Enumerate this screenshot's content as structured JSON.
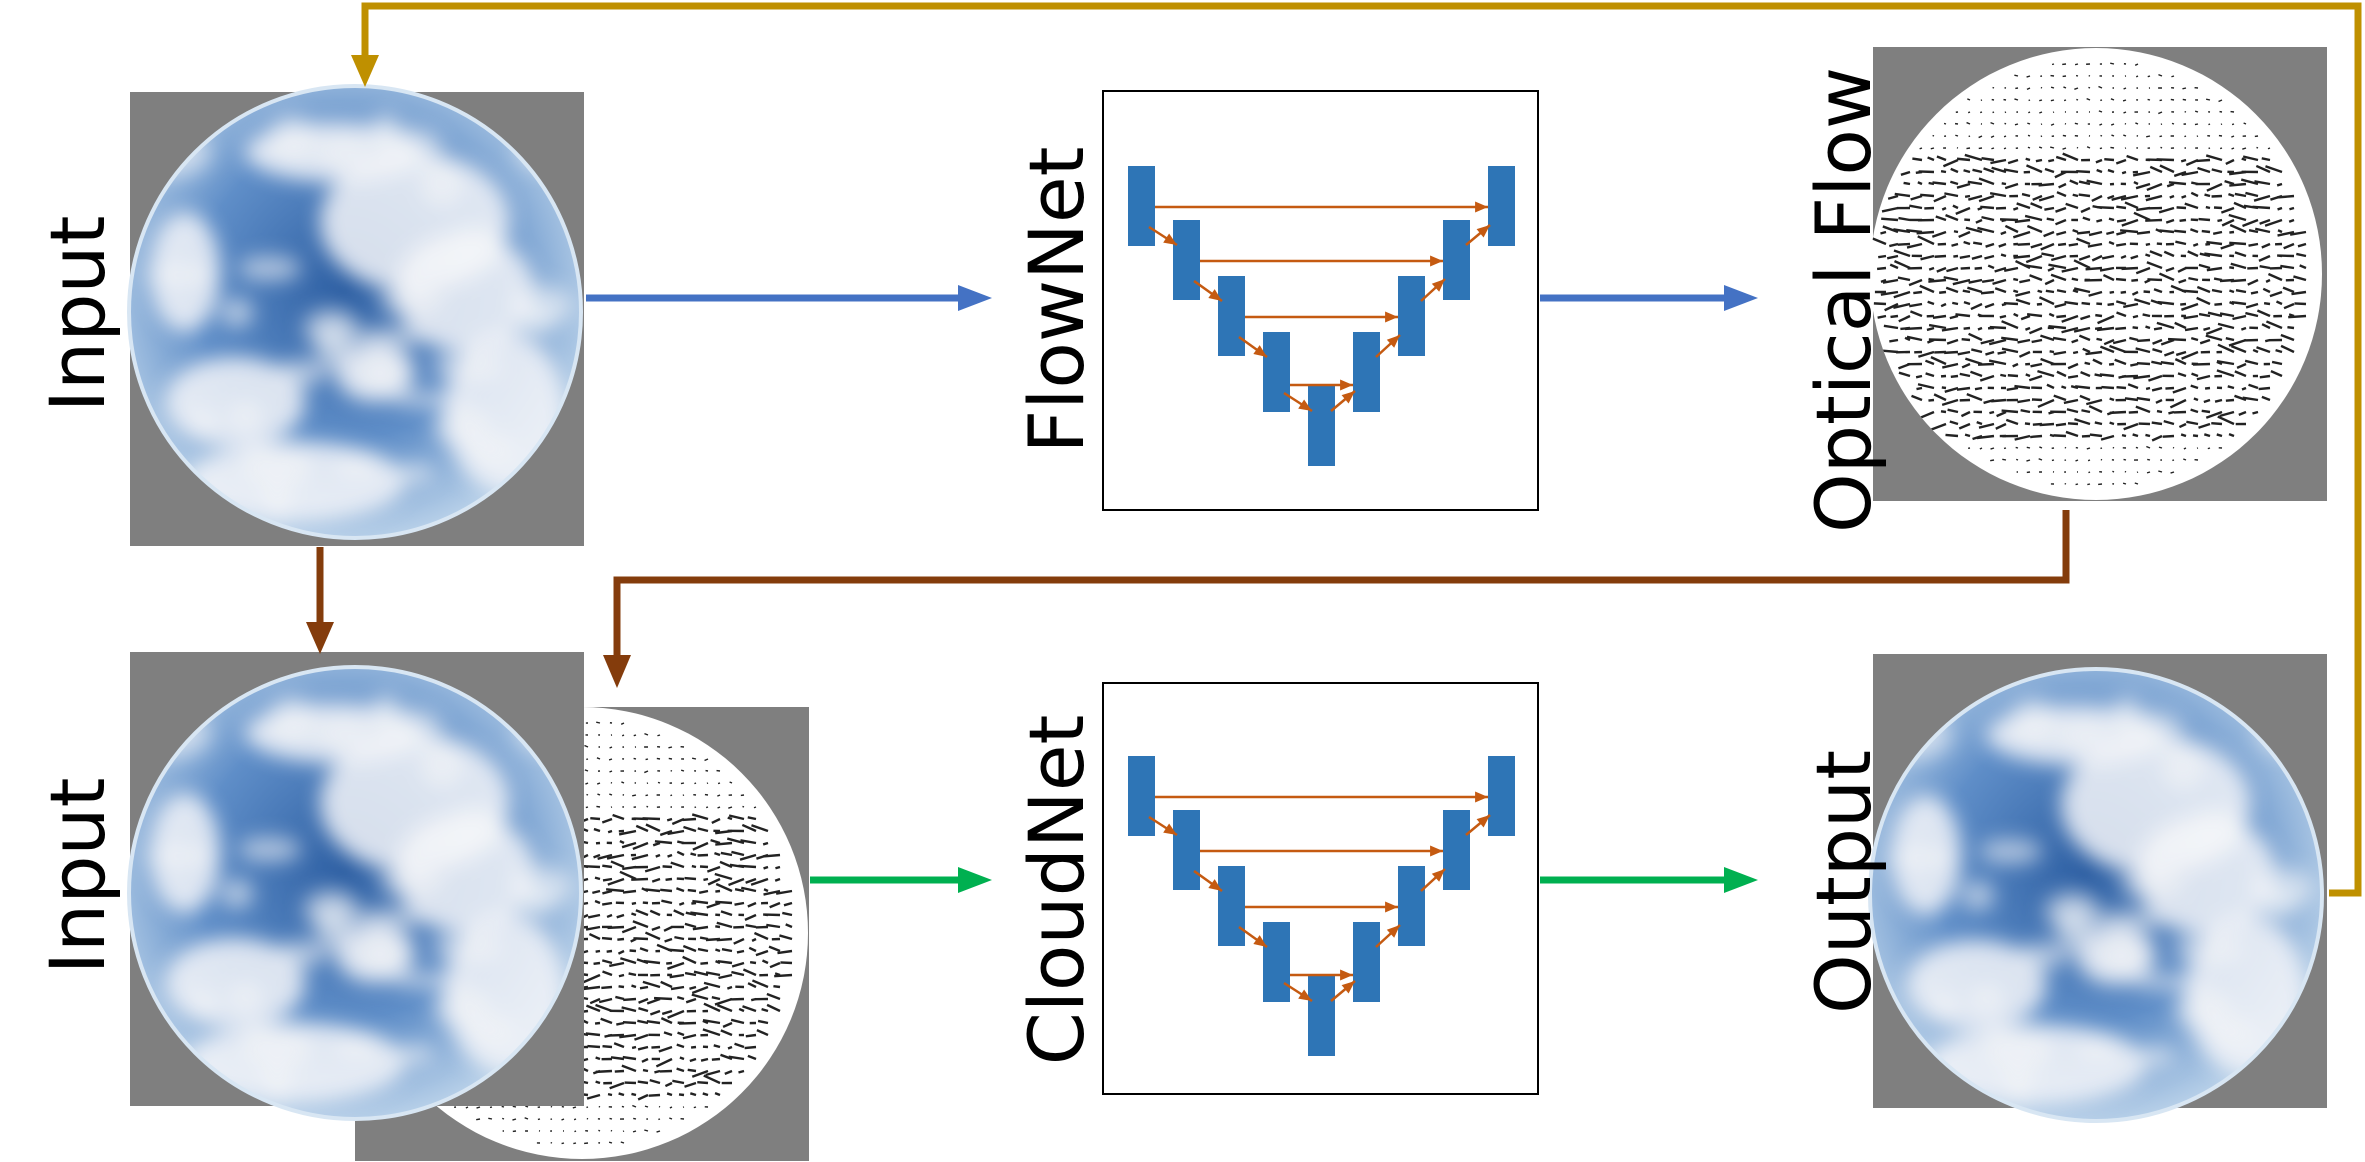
{
  "labels": {
    "input_top": "Input",
    "input_bottom": "Input",
    "flownet": "FlowNet",
    "cloudnet": "CloudNet",
    "optical_flow": "Optical Flow",
    "output": "Output"
  },
  "colors": {
    "gray_bg": "#7f7f7f",
    "sky_light": "#c9ddef",
    "sky_mid": "#5f8ec8",
    "sky_dark": "#2d5fa3",
    "cloud": "#f3f5f8",
    "unet_block": "#2e75b6",
    "unet_arrow": "#c55a11",
    "arrow_blue": "#4472c4",
    "arrow_green": "#00b050",
    "arrow_brown": "#843c0c",
    "arrow_gold": "#bf9000",
    "flow_tick": "#222222"
  },
  "icons": {
    "sky_image": "fisheye-sky-image",
    "flow_field": "optical-flow-field",
    "network": "unet-encoder-decoder"
  }
}
